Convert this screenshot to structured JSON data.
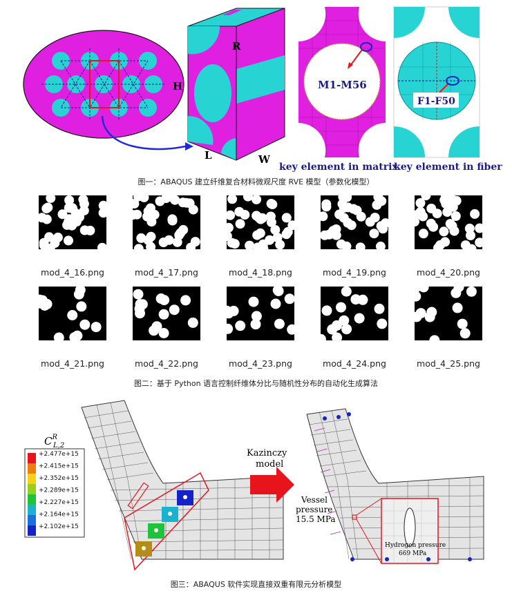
{
  "figure1": {
    "dim_h": "H",
    "dim_r": "R",
    "dim_l": "L",
    "dim_w": "W",
    "matrix_elements": "M1-M56",
    "fiber_elements": "F1-F50",
    "label_matrix": "key element in matrix",
    "label_fiber": "key element in fiber",
    "caption": "图一：ABAQUS 建立纤维复合材料微观尺度 RVE 模型（参数化模型）"
  },
  "figure2": {
    "row1": [
      "mod_4_16.png",
      "mod_4_17.png",
      "mod_4_18.png",
      "mod_4_19.png",
      "mod_4_20.png"
    ],
    "row2": [
      "mod_4_21.png",
      "mod_4_22.png",
      "mod_4_23.png",
      "mod_4_24.png",
      "mod_4_25.png"
    ],
    "caption": "图二：基于 Python 语言控制纤维体分比与随机性分布的自动化生成算法"
  },
  "figure3": {
    "legend_title_main": "C",
    "legend_title_sup": "R",
    "legend_title_sub": "L,2",
    "legend_values": [
      "+2.477e+15",
      "+2.415e+15",
      "+2.352e+15",
      "+2.289e+15",
      "+2.227e+15",
      "+2.164e+15",
      "+2.102e+15"
    ],
    "legend_colors": [
      "#e8141b",
      "#f07d10",
      "#f2d31a",
      "#93d21c",
      "#1fc33a",
      "#19b3d0",
      "#1a6fd8",
      "#1422c7"
    ],
    "arrow_label_1": "Kazinczy",
    "arrow_label_2": "model",
    "vessel_1": "Vessel",
    "vessel_2": "pressure",
    "vessel_3": "15.5 MPa",
    "hydrogen_1": "Hydrogen pressure",
    "hydrogen_2": "669 MPa",
    "caption": "图三：ABAQUS 软件实现直接双重有限元分析模型"
  },
  "colors": {
    "matrix": "#e020e0",
    "fiber": "#27d3d3",
    "arrow_red": "#e8141b",
    "navy": "#1a1a8c"
  }
}
